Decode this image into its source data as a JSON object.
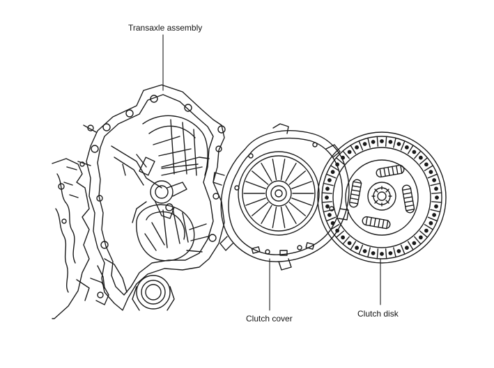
{
  "labels": {
    "transaxle": "Transaxle assembly",
    "clutch_cover": "Clutch cover",
    "clutch_disk": "Clutch disk"
  },
  "colors": {
    "line": "#1a1a1a",
    "background": "#ffffff"
  }
}
